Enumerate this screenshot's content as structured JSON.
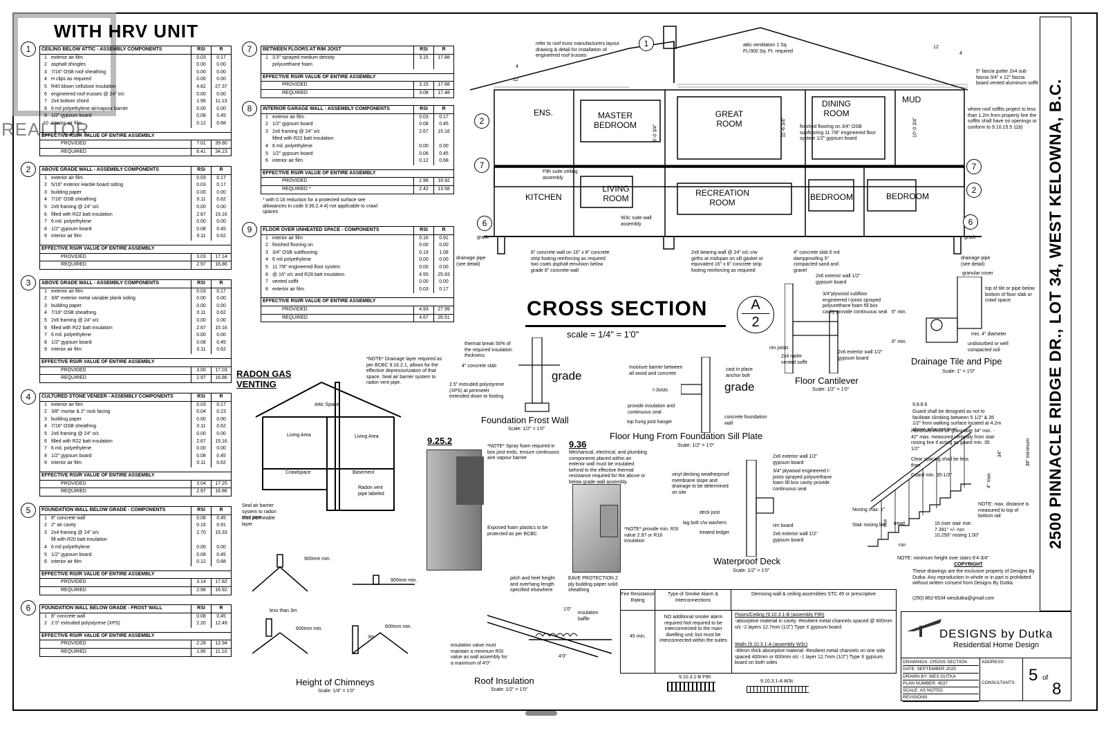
{
  "watermark": {
    "text": "REALTOR"
  },
  "header": {
    "title": "WITH HRV UNIT"
  },
  "vertical_title": "2500 PINNACLE RIDGE DR., LOT 34, WEST KELOWNA, B.C.",
  "tables": [
    {
      "num": "1",
      "title": "CEILING BELOW ATTIC - ASSEMBLY COMPONENTS",
      "rsi": "RSI",
      "r": "R",
      "rows": [
        [
          "1",
          "exterior air film",
          "0.03",
          "0.17"
        ],
        [
          "2",
          "asphalt shingles",
          "0.00",
          "0.00"
        ],
        [
          "3",
          "7/16\" OSB roof sheathing",
          "0.00",
          "0.00"
        ],
        [
          "4",
          "H clips as required",
          "0.00",
          "0.00"
        ],
        [
          "5",
          "R40 blown cellulose insulation",
          "4.82",
          "27.37"
        ],
        [
          "6",
          "engineered roof trusses @ 24\" o/c",
          "0.00",
          "0.00"
        ],
        [
          "7",
          "2x4 bottom chord",
          "1.96",
          "11.13"
        ],
        [
          "8",
          "6 mil polyethylene air/vapour barrier",
          "0.00",
          "0.00"
        ],
        [
          "9",
          "1/2\" gypsum board",
          "0.08",
          "0.45"
        ],
        [
          "10",
          "interior air film",
          "0.12",
          "0.68"
        ]
      ],
      "eff": "EFFECTIVE RSI/R VALUE OF ENTIRE ASSEMBLY",
      "prov": [
        "PROVIDED",
        "7.01",
        "39.80"
      ],
      "req": [
        "REQUIRED",
        "6.41",
        "34.23"
      ]
    },
    {
      "num": "2",
      "title": "ABOVE GRADE WALL - ASSEMBLY COMPONENTS",
      "rsi": "RSI",
      "r": "R",
      "rows": [
        [
          "1",
          "exterior air film",
          "0.03",
          "0.17"
        ],
        [
          "2",
          "5/16\" exterior Hardie board siding",
          "0.03",
          "0.17"
        ],
        [
          "3",
          "building paper",
          "0.00",
          "0.00"
        ],
        [
          "4",
          "7/16\" OSB sheathing",
          "0.11",
          "0.62"
        ],
        [
          "5",
          "2x6 framing @ 24\" o/c",
          "0.00",
          "0.00"
        ],
        [
          "6",
          "filled with R22 batt insulation",
          "2.67",
          "15.16"
        ],
        [
          "7",
          "6 mil. polyethylene",
          "0.00",
          "0.00"
        ],
        [
          "8",
          "1/2\" gypsum board",
          "0.08",
          "0.45"
        ],
        [
          "9",
          "interior air film",
          "0.11",
          "0.62"
        ]
      ],
      "eff": "EFFECTIVE RSI/R VALUE OF ENTIRE ASSEMBLY",
      "prov": [
        "PROVIDED",
        "3.03",
        "17.14"
      ],
      "req": [
        "REQUIRED",
        "2.97",
        "16.86"
      ]
    },
    {
      "num": "3",
      "title": "ABOVE GRADE WALL - ASSEMBLY COMPONENTS",
      "rsi": "RSI",
      "r": "R",
      "rows": [
        [
          "1",
          "exterior air film",
          "0.03",
          "0.17"
        ],
        [
          "2",
          "3/8\" exterior metal variable plank siding",
          "0.00",
          "0.00"
        ],
        [
          "3",
          "building paper",
          "0.00",
          "0.00"
        ],
        [
          "4",
          "7/16\" OSB sheathing",
          "0.11",
          "0.62"
        ],
        [
          "5",
          "2x6 framing @ 24\" o/c",
          "0.00",
          "0.00"
        ],
        [
          "6",
          "filled with R22 batt insulation",
          "2.67",
          "15.16"
        ],
        [
          "7",
          "6 mil. polyethylene",
          "0.00",
          "0.00"
        ],
        [
          "8",
          "1/2\" gypsum board",
          "0.08",
          "0.45"
        ],
        [
          "9",
          "interior air film",
          "0.11",
          "0.62"
        ]
      ],
      "eff": "EFFECTIVE RSI/R VALUE OF ENTIRE ASSEMBLY",
      "prov": [
        "PROVIDED",
        "3.00",
        "17.03"
      ],
      "req": [
        "REQUIRED",
        "2.97",
        "16.86"
      ]
    },
    {
      "num": "4",
      "title": "CULTURED STONE VENEER - ASSEMBLY COMPONENTS",
      "rsi": "RSI",
      "r": "R",
      "rows": [
        [
          "1",
          "exterior air film",
          "0.03",
          "0.17"
        ],
        [
          "2",
          "3/8\" mortar & 2\" rock facing",
          "0.04",
          "0.23"
        ],
        [
          "3",
          "building paper",
          "0.00",
          "0.00"
        ],
        [
          "4",
          "7/16\" OSB sheathing",
          "0.11",
          "0.62"
        ],
        [
          "5",
          "2x6 framing @ 24\" o/c",
          "0.00",
          "0.00"
        ],
        [
          "6",
          "filled with R22 batt insulation",
          "2.67",
          "15.16"
        ],
        [
          "7",
          "6 mil. polyethylene",
          "0.00",
          "0.00"
        ],
        [
          "8",
          "1/2\" gypsum board",
          "0.08",
          "0.45"
        ],
        [
          "9",
          "interior air film",
          "0.11",
          "0.62"
        ]
      ],
      "eff": "EFFECTIVE RSI/R VALUE OF ENTIRE ASSEMBLY",
      "prov": [
        "PROVIDED",
        "3.04",
        "17.25"
      ],
      "req": [
        "REQUIRED",
        "2.97",
        "16.86"
      ]
    },
    {
      "num": "5",
      "title": "FOUNDATION WALL BELOW GRADE - COMPONENTS",
      "rsi": "RSI",
      "r": "R",
      "rows": [
        [
          "1",
          "8\" concrete wall",
          "0.08",
          "0.45"
        ],
        [
          "2",
          "2\" air cavity",
          "0.16",
          "0.91"
        ],
        [
          "3",
          "2x4 framing @ 24\" o/c",
          "2.70",
          "15.33"
        ],
        [
          "",
          "fill with R20 batt insulation",
          "",
          ""
        ],
        [
          "4",
          "6 mil polyethylene",
          "0.00",
          "0.00"
        ],
        [
          "5",
          "1/2\" gypsum board",
          "0.08",
          "0.45"
        ],
        [
          "6",
          "interior air film",
          "0.12",
          "0.68"
        ]
      ],
      "eff": "EFFECTIVE RSI/R VALUE OF ENTIRE ASSEMBLY",
      "prov": [
        "PROVIDED",
        "3.14",
        "17.82"
      ],
      "req": [
        "REQUIRED",
        "2.98",
        "16.92"
      ]
    },
    {
      "num": "6",
      "title": "FOUNDATION WALL BELOW GRADE - FROST WALL",
      "rsi": "RSI",
      "r": "R",
      "rows": [
        [
          "1",
          "8\" concrete wall",
          "0.08",
          "0.45"
        ],
        [
          "2",
          "2.5\" extruded polystyrene (XPS)",
          "2.20",
          "12.49"
        ]
      ],
      "eff": "EFFECTIVE RSI/R VALUE OF ENTIRE ASSEMBLY",
      "prov": [
        "PROVIDED",
        "2.28",
        "12.94"
      ],
      "req": [
        "REQUIRED",
        "1.96",
        "11.10"
      ]
    },
    {
      "num": "7",
      "title": "BETWEEN FLOORS AT RIM JOIST",
      "rsi": "RSI",
      "r": "R",
      "rows": [
        [
          "1",
          "3.5\" sprayed medium density",
          "3.15",
          "17.88"
        ],
        [
          "",
          "polyurethane foam",
          "",
          ""
        ]
      ],
      "eff": "EFFECTIVE RSI/R VALUE OF ENTIRE ASSEMBLY",
      "prov": [
        "PROVIDED",
        "3.15",
        "17.88"
      ],
      "req": [
        "REQUIRED",
        "3.08",
        "17.48"
      ]
    },
    {
      "num": "8",
      "title": "INTERIOR GARAGE WALL - ASSEMBLY COMPONENTS",
      "rsi": "RSI",
      "r": "R",
      "rows": [
        [
          "1",
          "exterior air film",
          "0.03",
          "0.17"
        ],
        [
          "2",
          "1/2\" gypsum board",
          "0.08",
          "0.45"
        ],
        [
          "3",
          "2x6 framing @ 24\" o/c",
          "2.67",
          "15.16"
        ],
        [
          "",
          "filled with R22 batt insulation",
          "",
          ""
        ],
        [
          "4",
          "6 mil. polyethylene",
          "0.00",
          "0.00"
        ],
        [
          "5",
          "1/2\" gypsum board",
          "0.08",
          "0.45"
        ],
        [
          "6",
          "interior air film",
          "0.12",
          "0.68"
        ]
      ],
      "eff": "EFFECTIVE RSI/R VALUE OF ENTIRE ASSEMBLY",
      "prov": [
        "PROVIDED",
        "2.98",
        "16.92"
      ],
      "req": [
        "REQUIRED *",
        "2.42",
        "13.58"
      ]
    },
    {
      "num": "9",
      "title": "FLOOR OVER UNHEATED SPACE - COMPONENTS",
      "rsi": "RSI",
      "r": "R",
      "rows": [
        [
          "1",
          "interior air film",
          "0.16",
          "0.91"
        ],
        [
          "2",
          "finished flooring on",
          "0.00",
          "0.00"
        ],
        [
          "3",
          "3/4\" OSB subflooring",
          "0.19",
          "1.08"
        ],
        [
          "4",
          "6 mil polyethylene",
          "0.00",
          "0.00"
        ],
        [
          "5",
          "11 7/8\" engineered floor system",
          "0.00",
          "0.00"
        ],
        [
          "6",
          "@ 16\" o/c and R28 batt insulation",
          "4.55",
          "25.83"
        ],
        [
          "7",
          "vented soffit",
          "0.00",
          "0.00"
        ],
        [
          "8",
          "exterior air film",
          "0.03",
          "0.17"
        ]
      ],
      "eff": "EFFECTIVE RSI/R VALUE OF ENTIRE ASSEMBLY",
      "prov": [
        "PROVIDED",
        "4.93",
        "27.99"
      ],
      "req": [
        "REQUIRED",
        "4.67",
        "26.51"
      ]
    }
  ],
  "garage_note": "* with 0.16 reduction for a protected surface see allowances in code 9.36.2.4-4) not applicable to crawl spaces",
  "rooms": {
    "ens": "ENS.",
    "master": "MASTER BEDROOM",
    "great": "GREAT ROOM",
    "dining": "DINING ROOM",
    "mud": "MUD",
    "kitchen": "KITCHEN",
    "living": "LIVING ROOM",
    "recreation": "RECREATION ROOM",
    "bed1": "BEDROOM",
    "bed2": "BEDROOM"
  },
  "section": {
    "title": "CROSS SECTION",
    "scale": "scale = 1/4\" = 1'0\"",
    "tag_top": "A",
    "tag_bottom": "2"
  },
  "annotations": {
    "roof_truss": "refer to roof truss manufacturers layout drawing & detail for installation of engineered roof trusses",
    "attic_vent": "attic ventilation 1 Sq. Ft./300 Sq. Ft. required",
    "fascia": "5\" fascia gutter 2x4 sub fascia 3/4\" x 12\" fascia board vented aluminum soffit",
    "soffit": "where roof soffits project to less than 1.2m from property line the soffits shall have no openings or conform to 9.10.15.5 11b)",
    "dining_floor": "finished flooring on 3/4\" OSB subflooring 11 7/8\" engineered floor system 1/2\" gypsum board",
    "f9h": "F9h suite ceiling assembly",
    "w3c": "W3c suite wall assembly",
    "grade_l": "grade",
    "grade_r": "grade",
    "drain_l": "drainage pipe (see detail)",
    "drain_r": "drainage pipe (see detail)",
    "footing": "8\" concrete wall on 16\" x 8\" concrete strip footing reinforcing as required two coats asphalt emulsion below grade 8\" concrete wall",
    "bearing": "2x6 bearing wall @ 24\" o/c c/w girths at midspan on sill gasket or equivalent 16\" x 6\" concrete strip footing reinforcing as required",
    "slab": "4\" concrete slab 6 mil dampproofing 5\" compacted sand and gravel",
    "pitch_l": "4",
    "pitch_l2": "12",
    "pitch_r": "4",
    "pitch_r2": "12",
    "h1": "9'-0 3/4\"",
    "h2": "11'-6 3/4\"",
    "h3": "10'-0 3/4\""
  },
  "details": {
    "radon": {
      "title": "RADON GAS VENTING",
      "attic": "Attic Space",
      "living1": "Living Area",
      "living2": "Living Area",
      "crawl": "Crawlspace",
      "basement": "Basement",
      "seal": "Seal air barrier system to radon vent pipe",
      "gas": "Gas permeable layer",
      "vent": "Radon vent pipe labeled",
      "note": "*NOTE* Drainage layer required as per BCBC 9.16.2.1, allows for the effective depressurization of that space. Seal air barrier system to radon vent pipe."
    },
    "frost": {
      "title": "Foundation Frost Wall",
      "scale": "Scale: 1/2\" = 1'0\"",
      "break": "thermal break 50% of the required insulation thickness",
      "slab": "4\" concrete slab",
      "xps": "2.5\" extruded polystyrene (XPS) at perimeter extended down to footing",
      "grade": "grade"
    },
    "sill": {
      "title": "Floor Hung From Foundation Sill Plate",
      "scale": "Scale: 1/2\" = 1'0\"",
      "moist": "moisture barrier between all wood and concrete",
      "ijoist": "I-Joists",
      "anchor": "cast in place anchor bolt",
      "prov": "provide insulation and continuous seal",
      "hanger": "top hung joist hanger",
      "wall": "concrete foundation wall",
      "grade": "grade"
    },
    "cant": {
      "title": "Floor Cantilever",
      "scale": "Scale: 1/2\" = 1'0\"",
      "a": "2x6 exterior wall 1/2\" gypsum board",
      "b": "3/4\"plywood subfloor engineered I-joists sprayed polyurethane foam fill box cavity provide continuous seal",
      "c": "rim joists",
      "d": "2x4 nailer vented soffit",
      "e": "2x6 exterior wall 1/2\" gypsum board"
    },
    "drain": {
      "title": "Drainage Tile and Pipe",
      "scale": "Scale: 1\" = 1'0\"",
      "cover": "granular cover",
      "top": "top of tile or pipe below bottom of floor slab or crawl space",
      "six1": "6\" min.",
      "six2": "6\" min.",
      "pipe": "min. 4\" diameter",
      "soil": "undisturbed or well compacted soil"
    },
    "d9252": {
      "title": "9.25.2",
      "note": "*NOTE* Spray foam required in box joist ends, ensure continuous aire vapour barrier",
      "plastic": "Exposed foam plastics to be protected as per BCBC"
    },
    "d936": {
      "title": "9.36",
      "note": "Mechanical, electrical, and plumbing components placed within an exterior wall must be insulated behind to the effective thermal resistance required for the above or below grade wall assembly.",
      "note2": "*NOTE* provide min. RSI value 2.97 or R16 insulation"
    },
    "deck": {
      "title": "Waterproof Deck",
      "scale": "Scale: 1/2\" = 1'0\"",
      "vinyl": "vinyl decking weatherproof membrane slope and drainage to be determined on site",
      "joist": "deck joist",
      "bolt": "lag bolt c/w washers",
      "ledger": "treated ledger",
      "a": "2x6 exterior wall 1/2\" gypsum board",
      "b": "3/4\" plywood engineered I-joists sprayed polyurethane foam fill box cavity provide continuous seal",
      "rim": "rim board",
      "c": "2x6 exterior wall 1/2\" gypsum board"
    },
    "stair": {
      "code": "9.8.8.6",
      "note1": "Guard shall be designed as not to facilitate climbing between 5 1/2\" & 35 1/2\" from walking surface located at 4.2m above adjacent level",
      "note2": "Handrails must be graspable 34\" min. - 42\" max. measured vertically from stair nosing line if acting as guard min. 35 1/2\"",
      "clear": "Clear spacing shall be less than",
      "guard": "Guard min. 35-1/2\"",
      "nosing": "Nosing max. 1\"",
      "line": "Stair nosing line",
      "tread": "tread",
      "rise": "rise",
      "run": "run",
      "riser": "16 riser stair rise: 7.391\" +/- run: 10.250\" nosing 1.00\"",
      "dist": "NOTE: max. distance is measured to top of bottom rail",
      "min": "NOTE: minimum height over stairs 6'4-3/4\"",
      "min36": "36\" minimum",
      "h34": "34\"",
      "h4": "4\" max."
    },
    "chim": {
      "title": "Height of Chimneys",
      "scale": "Scale: 1/4\" = 1'0\"",
      "a": "900mm min.",
      "b": "900mm min.",
      "c": "less than 3m",
      "d": "600mm min.",
      "e": "600mm min.",
      "f": "3m"
    },
    "roofins": {
      "title": "Roof Insulation",
      "scale": "Scale: 1/2\" = 1'0\"",
      "pitch": "pitch and heel height and overhang length specified elsewhere",
      "eave": "EAVE PROTECTION 2 ply building paper solid sheathing",
      "baffle": "insulation baffle",
      "note": "insulation value must maintain a minimum RSI value as wall assembly for a maximum of 4'0\"",
      "d1": "1'0\"",
      "d2": "4'0\""
    }
  },
  "copyright": {
    "title": "COPYRIGHT",
    "text": "These drawings are the exclusive property of Designs By Dutka. Any reproduction in whole or in part is prohibited without written consent from Designs By Dutka.",
    "contact": "(250) 862-6534  wesdutka@gmail.com"
  },
  "fire_table": {
    "h1": "Fire Resistance Rating",
    "h2": "Type of Smoke Alarm & Interconnections",
    "h3": "Demising wall & ceiling assemblies STC 45 or prescriptive",
    "rating": "45 min.",
    "smoke": "NO additional smoke alarm required Not required to be interconnected to the main dwelling unit; but must be interconnected within the suites",
    "floors": "Floors/Ceiling (9.10.3.1-B (assembly F9h)",
    "floors_t": "-absorptive material in cavity -Resilient metal channels spaced @ 600mm o/c -2 layers 12.7mm (1/2\") Type X gypsum board",
    "walls": "Walls (9.10.3.1-A (assembly W3c)",
    "walls_t": "-89mm thick absorptive material -Resilient metal channels on one side spaced 400mm or 600mm o/c -1 layer 12.7mm (1/2\") Type X gypsum board on both sides",
    "f9h": "9.10.3.1-B F9h",
    "w3c": "9.10.3.1-A W3c"
  },
  "titleblock": {
    "brand": "DESIGNS by Dutka",
    "sub": "Residential Home Design",
    "rows": [
      "DRAWINGS: CROSS SECTION",
      "DATE: SEPTEMBER 2025",
      "DRAWN BY: WES DUTKA",
      "PLAN NUMBER: 4537",
      "SCALE: AS NOTED",
      "REVISIONS:"
    ],
    "address": "ADDRESS:",
    "consultants": "CONSULTANTS:",
    "sheet": "5",
    "of": "of",
    "total": "8"
  }
}
